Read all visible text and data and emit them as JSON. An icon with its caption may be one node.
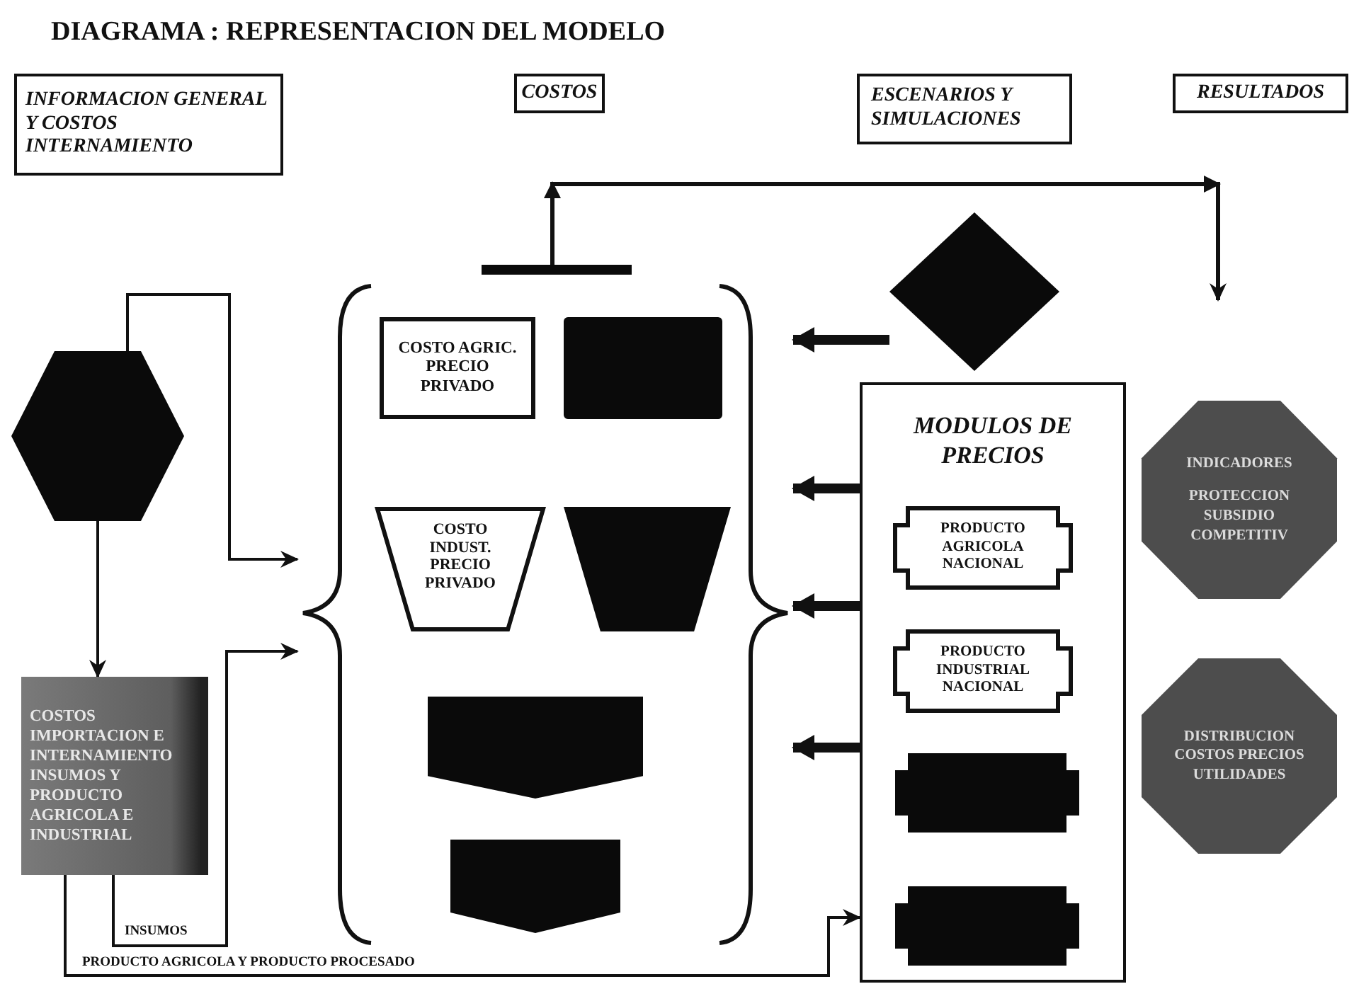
{
  "diagram": {
    "title": "DIAGRAMA : REPRESENTACION DEL MODELO",
    "nodes": [
      {
        "text": [
          "INFORMACION GENERAL Y COSTOS INTERNAMIENTO"
        ]
      },
      {
        "text": [
          "COSTOS"
        ]
      },
      {
        "text": [
          "ESCENARIOS Y SIMULACIONES"
        ]
      },
      {
        "text": [
          "RESULTADOS"
        ]
      },
      {
        "text": [],
        "shape": "hexagon"
      },
      {
        "text": [
          "COSTOS IMPORTACION E INTERNAMIENTO INSUMOS Y PRODUCTO AGRICOLA E INDUSTRIAL"
        ]
      },
      {
        "text": [],
        "shape": "brace"
      },
      {
        "text": [],
        "shape": "bar"
      },
      {
        "text": [
          "COSTO AGRIC. PRECIO PRIVADO"
        ],
        "in": 6
      },
      {
        "text": [],
        "shape": "box",
        "in": 6
      },
      {
        "text": [
          "COSTO INDUST. PRECIO PRIVADO"
        ],
        "in": 6
      },
      {
        "text": [],
        "shape": "trapezoid",
        "in": 6
      },
      {
        "text": [],
        "shape": "pentagon",
        "in": 6
      },
      {
        "text": [],
        "shape": "pentagon",
        "in": 6
      },
      {
        "text": [],
        "shape": "diamond"
      },
      {
        "text": [
          "MODULOS DE PRECIOS"
        ]
      },
      {
        "text": [
          "PRODUCTO AGRICOLA NACIONAL"
        ],
        "in": 15
      },
      {
        "text": [
          "PRODUCTO INDUSTRIAL NACIONAL"
        ],
        "in": 15
      },
      {
        "text": [],
        "shape": "box",
        "in": 15
      },
      {
        "text": [],
        "shape": "box",
        "in": 15
      },
      {
        "text": [
          "INDICADORES",
          "PROTECCION SUBSIDIO COMPETITIV"
        ]
      },
      {
        "text": [
          "DISTRIBUCION COSTOS PRECIOS UTILIDADES"
        ]
      }
    ],
    "edges": [
      {
        "from": 4,
        "to": 5,
        "arrow": "to"
      },
      {
        "from": 4,
        "to": 6,
        "arrow": "to"
      },
      {
        "from": 5,
        "to": 6,
        "arrow": "to",
        "label": "INSUMOS"
      },
      {
        "from": 5,
        "to": 15,
        "arrow": "to",
        "label": "PRODUCTO AGRICOLA Y PRODUCTO PROCESADO"
      },
      {
        "from": 7,
        "to": null,
        "arrow": "to"
      },
      {
        "from": 14,
        "to": 6,
        "arrow": "to",
        "style": "thick"
      },
      {
        "from": 15,
        "to": 6,
        "arrow": "to",
        "style": "thick"
      },
      {
        "from": 15,
        "to": 6,
        "arrow": "to",
        "style": "thick"
      },
      {
        "from": 15,
        "to": 6,
        "arrow": "to",
        "style": "thick"
      }
    ]
  }
}
